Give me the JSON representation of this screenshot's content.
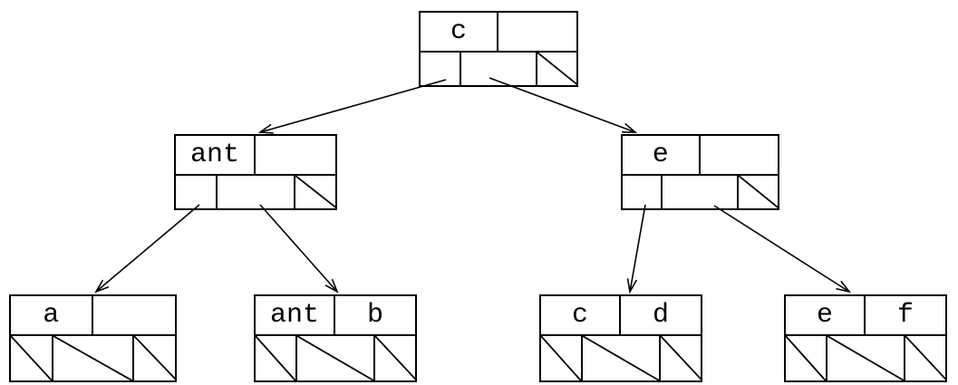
{
  "diagram": {
    "type": "2-3 search tree of record nodes",
    "colors": {
      "ink": "#000000",
      "background": "#ffffff"
    },
    "nodes": {
      "root": {
        "keys": [
          "c",
          ""
        ],
        "pointers": [
          "child",
          "child",
          "null"
        ]
      },
      "internal_left": {
        "keys": [
          "ant",
          ""
        ],
        "pointers": [
          "child",
          "child",
          "null"
        ]
      },
      "internal_right": {
        "keys": [
          "e",
          ""
        ],
        "pointers": [
          "child",
          "child",
          "null"
        ]
      },
      "leaf_1": {
        "keys": [
          "a",
          ""
        ],
        "pointers": [
          "null",
          "null",
          "null"
        ]
      },
      "leaf_2": {
        "keys": [
          "ant",
          "b"
        ],
        "pointers": [
          "null",
          "null",
          "null"
        ]
      },
      "leaf_3": {
        "keys": [
          "c",
          "d"
        ],
        "pointers": [
          "null",
          "null",
          "null"
        ]
      },
      "leaf_4": {
        "keys": [
          "e",
          "f"
        ],
        "pointers": [
          "null",
          "null",
          "null"
        ]
      }
    }
  }
}
